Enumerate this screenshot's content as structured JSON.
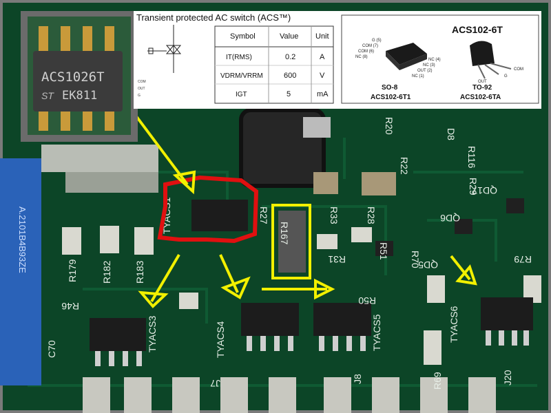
{
  "header": {
    "title": "Transient protected AC switch (ACS™)"
  },
  "spec_table": {
    "headers": [
      "Symbol",
      "Value",
      "Unit"
    ],
    "rows": [
      {
        "symbol": "IT(RMS)",
        "value": "0.2",
        "unit": "A"
      },
      {
        "symbol": "VDRM/VRRM",
        "value": "600",
        "unit": "V"
      },
      {
        "symbol": "IGT",
        "value": "5",
        "unit": "mA"
      }
    ]
  },
  "pin_legend": [
    "COM",
    "OUT",
    "G"
  ],
  "packages": {
    "part_title": "ACS102-6T",
    "so8": {
      "name": "SO-8",
      "part": "ACS102-6T1",
      "pins": [
        "G (5)",
        "COM (7)",
        "COM (6)",
        "NC (8)",
        "NC (4)",
        "NC (3)",
        "OUT (2)",
        "NC (1)"
      ]
    },
    "to92": {
      "name": "TO-92",
      "part": "ACS102-6TA",
      "pins": [
        "OUT",
        "COM",
        "G"
      ]
    }
  },
  "chip_closeup": {
    "marking_line1": "ACS1026T",
    "marking_line2": "EK811",
    "logo": "ST"
  },
  "board_labels": {
    "tyacs1": "TYACS1",
    "tyacs3": "TYACS3",
    "tyacs4": "TYACS4",
    "tyacs5": "TYACS5",
    "tyacs6": "TYACS6",
    "r167": "R167",
    "r27": "R27",
    "r33": "R33",
    "r28": "R28",
    "r20": "R20",
    "r22": "R22",
    "r116": "R116",
    "r29": "R29",
    "r179": "R179",
    "r182": "R182",
    "r183": "R183",
    "r46": "R46",
    "r31": "R31",
    "r50": "R50",
    "r51": "R51",
    "r70": "R70",
    "r69": "R69",
    "r79": "R79",
    "c70": "C70",
    "j7": "J7",
    "j8": "J8",
    "j20": "J20",
    "d8": "D8",
    "qd17": "QD17",
    "qd6": "QD6",
    "qd5": "QD5",
    "blue_cap_text": "A.2101B4B93ZE"
  },
  "colors": {
    "pcb": "#0d4a2a",
    "arrow": "#f2f000",
    "highlight_red": "#e01010",
    "highlight_yellow": "#f2f000",
    "silkscreen": "#e8efe8",
    "chip": "#1b1b1b"
  }
}
